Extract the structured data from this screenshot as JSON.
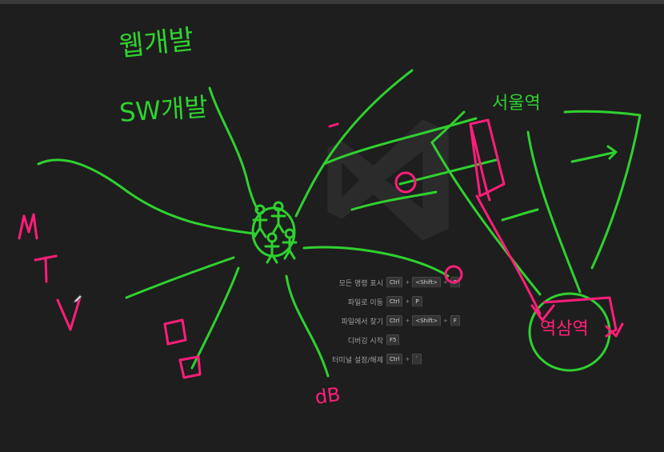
{
  "app": {
    "name": "Visual Studio Code",
    "logo_icon": "vscode-logo-icon"
  },
  "welcome_shortcuts": [
    {
      "label": "모든 명령 표시",
      "keys": [
        "Ctrl",
        "<Shift>",
        "P"
      ]
    },
    {
      "label": "파일로 이동",
      "keys": [
        "Ctrl",
        "P"
      ]
    },
    {
      "label": "파일에서 찾기",
      "keys": [
        "Ctrl",
        "<Shift>",
        "F"
      ]
    },
    {
      "label": "디버깅 시작",
      "keys": [
        "F5"
      ]
    },
    {
      "label": "터미널 설정/해제",
      "keys": [
        "Ctrl",
        "`"
      ]
    }
  ],
  "handwriting": {
    "top_note_1": "웹개발",
    "top_note_2": "SW개발",
    "left_note": "MTV",
    "top_right_note": "서울역",
    "bottom_right_note": "역삼역",
    "bottom_note": "dB",
    "left_bottom_shapes": "ㅁㅁ"
  },
  "colors": {
    "background": "#1e1e1e",
    "green_ink": "#2fd12f",
    "pink_ink": "#ff1e7a",
    "text_muted": "#9d9d9d"
  },
  "icons": {
    "pen_cursor": "pen-cursor-icon"
  }
}
